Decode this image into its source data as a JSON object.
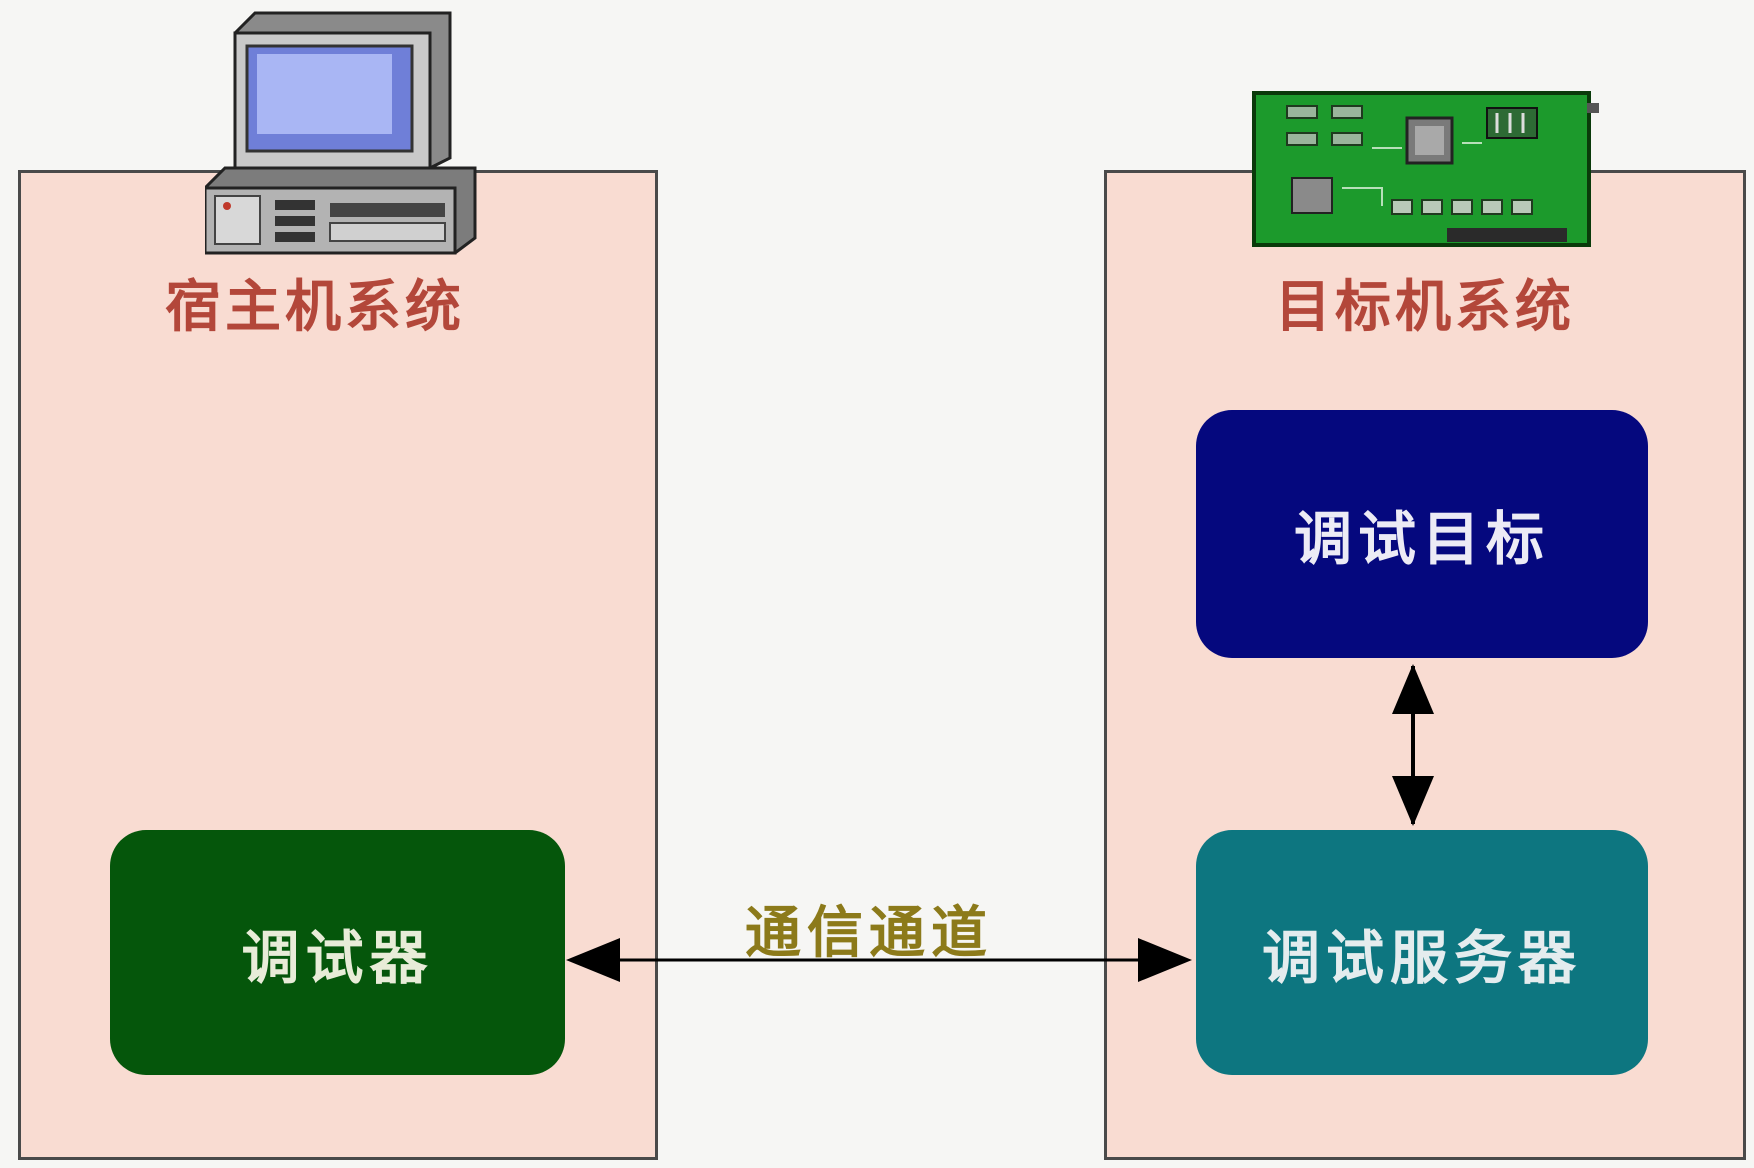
{
  "host_system": {
    "title": "宿主机系统",
    "icon": "desktop-computer-icon",
    "debugger_label": "调试器"
  },
  "target_system": {
    "title": "目标机系统",
    "icon": "circuit-board-icon",
    "debug_target_label": "调试目标",
    "debug_server_label": "调试服务器"
  },
  "connection": {
    "label": "通信通道"
  },
  "colors": {
    "background": "#f6f6f4",
    "panel_fill": "#f9dcd2",
    "panel_title": "#b3473a",
    "debugger_fill": "#05560b",
    "debug_target_fill": "#05087e",
    "debug_server_fill": "#0d7680",
    "channel_label": "#8c7a1a"
  }
}
